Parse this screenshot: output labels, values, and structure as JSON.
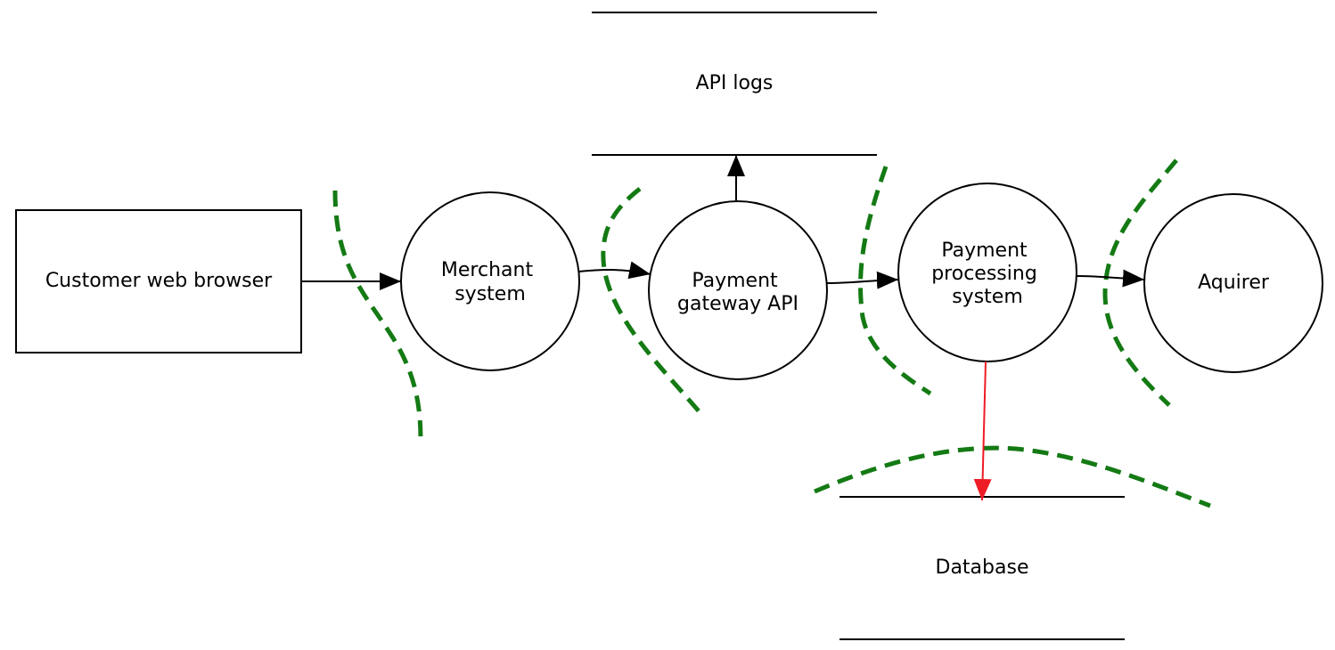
{
  "nodes": {
    "browser": {
      "label": "Customer web browser"
    },
    "merchant": {
      "label": [
        "Merchant",
        "system"
      ]
    },
    "gateway": {
      "label": [
        "Payment",
        "gateway API"
      ]
    },
    "processing": {
      "label": [
        "Payment",
        "processing",
        "system"
      ]
    },
    "acquirer": {
      "label": "Aquirer"
    }
  },
  "stores": {
    "api_logs": {
      "label": "API logs"
    },
    "database": {
      "label": "Database"
    }
  },
  "colors": {
    "stroke": "#000000",
    "trust_boundary": "#147a14",
    "highlight_flow": "#ee1c25"
  }
}
